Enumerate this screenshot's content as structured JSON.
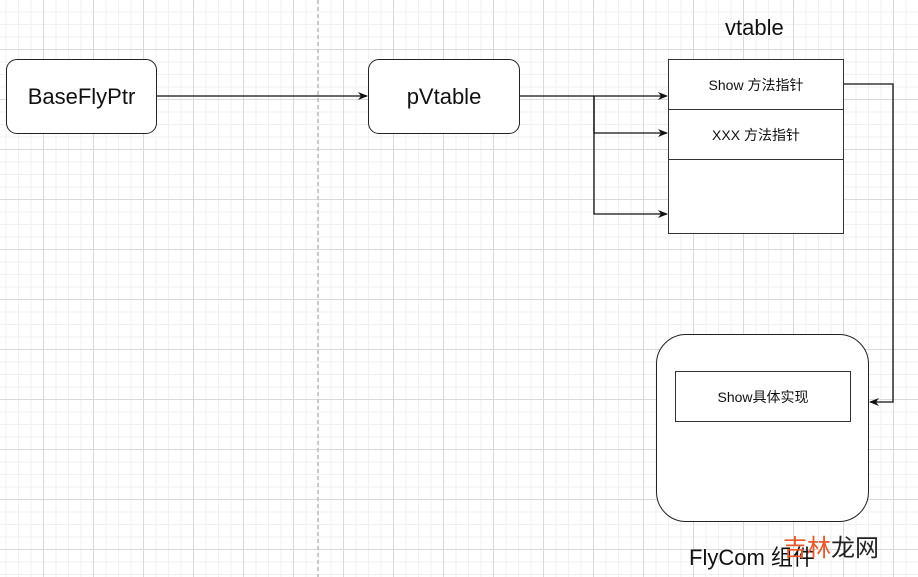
{
  "nodes": {
    "base_fly_ptr": "BaseFlyPtr",
    "pvtable": "pVtable",
    "vtable_title": "vtable",
    "vtable_rows": [
      "Show 方法指针",
      "XXX 方法指针",
      ""
    ],
    "component_inner": "Show具体实现",
    "component_label": "FlyCom 组件"
  },
  "watermark": {
    "part1": "吉林",
    "part2": "龙网",
    "color1": "#e8582a",
    "color2": "#222222"
  }
}
